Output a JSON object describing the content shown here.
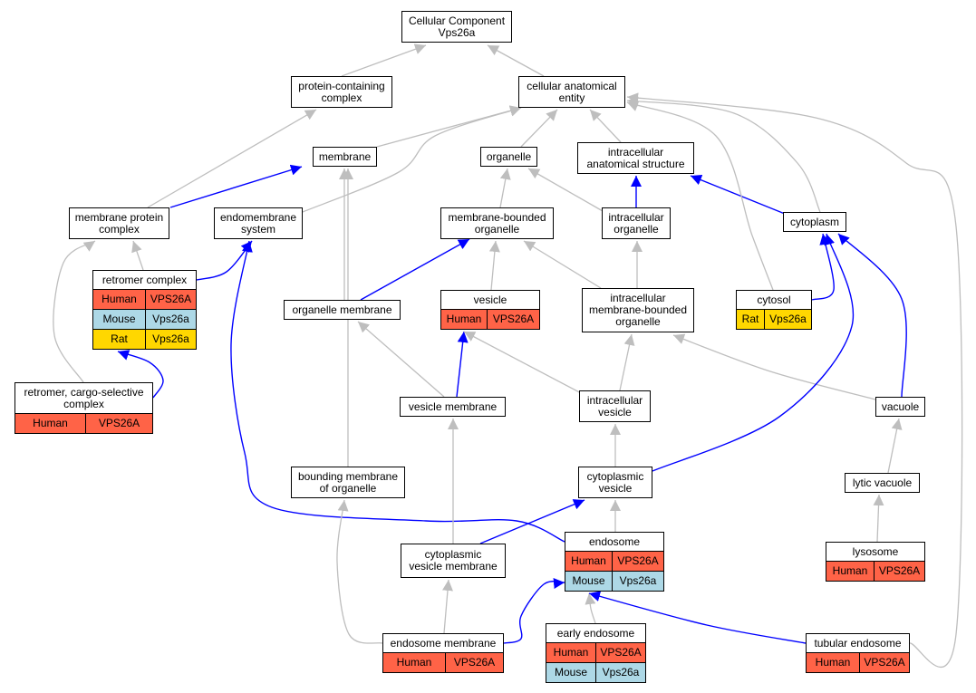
{
  "colors": {
    "is_a_edge": "#bebebe",
    "part_of_edge": "#0000ff",
    "human": "#ff6347",
    "mouse": "#add8e6",
    "rat": "#ffd700"
  },
  "nodes": {
    "cc": {
      "label": "Cellular Component\nVps26a"
    },
    "pcc": {
      "label": "protein-containing\ncomplex"
    },
    "cae": {
      "label": "cellular anatomical\nentity"
    },
    "membrane": {
      "label": "membrane"
    },
    "organelle": {
      "label": "organelle"
    },
    "ias": {
      "label": "intracellular\nanatomical structure"
    },
    "mpc": {
      "label": "membrane protein\ncomplex"
    },
    "ems": {
      "label": "endomembrane\nsystem"
    },
    "mbo": {
      "label": "membrane-bounded\norganelle"
    },
    "io": {
      "label": "intracellular\norganelle"
    },
    "cytoplasm": {
      "label": "cytoplasm"
    },
    "retromer": {
      "label": "retromer complex",
      "rows": [
        [
          "Human",
          "VPS26A"
        ],
        [
          "Mouse",
          "Vps26a"
        ],
        [
          "Rat",
          "Vps26a"
        ]
      ]
    },
    "om": {
      "label": "organelle membrane"
    },
    "vesicle": {
      "label": "vesicle",
      "rows": [
        [
          "Human",
          "VPS26A"
        ]
      ]
    },
    "imbo": {
      "label": "intracellular\nmembrane-bounded\norganelle"
    },
    "cytosol": {
      "label": "cytosol",
      "rows": [
        [
          "Rat",
          "Vps26a"
        ]
      ]
    },
    "rcsc": {
      "label": "retromer, cargo-selective\ncomplex",
      "rows": [
        [
          "Human",
          "VPS26A"
        ]
      ]
    },
    "vm": {
      "label": "vesicle membrane"
    },
    "iv": {
      "label": "intracellular\nvesicle"
    },
    "vacuole": {
      "label": "vacuole"
    },
    "bmo": {
      "label": "bounding membrane\nof organelle"
    },
    "cv": {
      "label": "cytoplasmic\nvesicle"
    },
    "lv": {
      "label": "lytic vacuole"
    },
    "endosome": {
      "label": "endosome",
      "rows": [
        [
          "Human",
          "VPS26A"
        ],
        [
          "Mouse",
          "Vps26a"
        ]
      ]
    },
    "cvm": {
      "label": "cytoplasmic\nvesicle membrane"
    },
    "lysosome": {
      "label": "lysosome",
      "rows": [
        [
          "Human",
          "VPS26A"
        ]
      ]
    },
    "em": {
      "label": "endosome membrane",
      "rows": [
        [
          "Human",
          "VPS26A"
        ]
      ]
    },
    "ee": {
      "label": "early endosome",
      "rows": [
        [
          "Human",
          "VPS26A"
        ],
        [
          "Mouse",
          "Vps26a"
        ]
      ]
    },
    "te": {
      "label": "tubular endosome",
      "rows": [
        [
          "Human",
          "VPS26A"
        ]
      ]
    }
  },
  "edges": [
    {
      "from": "pcc",
      "to": "cc",
      "kind": "is_a"
    },
    {
      "from": "cae",
      "to": "cc",
      "kind": "is_a"
    },
    {
      "from": "membrane",
      "to": "cae",
      "kind": "is_a"
    },
    {
      "from": "organelle",
      "to": "cae",
      "kind": "is_a"
    },
    {
      "from": "ias",
      "to": "cae",
      "kind": "is_a"
    },
    {
      "from": "mpc",
      "to": "pcc",
      "kind": "is_a"
    },
    {
      "from": "mpc",
      "to": "membrane",
      "kind": "part_of"
    },
    {
      "from": "ems",
      "to": "cae",
      "kind": "is_a"
    },
    {
      "from": "mbo",
      "to": "organelle",
      "kind": "is_a"
    },
    {
      "from": "io",
      "to": "organelle",
      "kind": "is_a"
    },
    {
      "from": "io",
      "to": "ias",
      "kind": "part_of"
    },
    {
      "from": "cytoplasm",
      "to": "ias",
      "kind": "part_of"
    },
    {
      "from": "cytoplasm",
      "to": "cae",
      "kind": "is_a"
    },
    {
      "from": "retromer",
      "to": "mpc",
      "kind": "is_a"
    },
    {
      "from": "retromer",
      "to": "ems",
      "kind": "part_of"
    },
    {
      "from": "om",
      "to": "membrane",
      "kind": "is_a"
    },
    {
      "from": "om",
      "to": "mbo",
      "kind": "part_of"
    },
    {
      "from": "vesicle",
      "to": "mbo",
      "kind": "is_a"
    },
    {
      "from": "imbo",
      "to": "mbo",
      "kind": "is_a"
    },
    {
      "from": "imbo",
      "to": "io",
      "kind": "is_a"
    },
    {
      "from": "cytosol",
      "to": "cae",
      "kind": "is_a"
    },
    {
      "from": "cytosol",
      "to": "cytoplasm",
      "kind": "part_of"
    },
    {
      "from": "rcsc",
      "to": "mpc",
      "kind": "is_a"
    },
    {
      "from": "rcsc",
      "to": "retromer",
      "kind": "part_of"
    },
    {
      "from": "vm",
      "to": "om",
      "kind": "is_a"
    },
    {
      "from": "vm",
      "to": "vesicle",
      "kind": "part_of"
    },
    {
      "from": "iv",
      "to": "vesicle",
      "kind": "is_a"
    },
    {
      "from": "iv",
      "to": "imbo",
      "kind": "is_a"
    },
    {
      "from": "vacuole",
      "to": "imbo",
      "kind": "is_a"
    },
    {
      "from": "vacuole",
      "to": "cytoplasm",
      "kind": "part_of"
    },
    {
      "from": "bmo",
      "to": "membrane",
      "kind": "is_a"
    },
    {
      "from": "cv",
      "to": "iv",
      "kind": "is_a"
    },
    {
      "from": "cv",
      "to": "cytoplasm",
      "kind": "part_of"
    },
    {
      "from": "lv",
      "to": "vacuole",
      "kind": "is_a"
    },
    {
      "from": "endosome",
      "to": "cv",
      "kind": "is_a"
    },
    {
      "from": "endosome",
      "to": "ems",
      "kind": "part_of"
    },
    {
      "from": "cvm",
      "to": "vm",
      "kind": "is_a"
    },
    {
      "from": "cvm",
      "to": "cv",
      "kind": "part_of"
    },
    {
      "from": "lysosome",
      "to": "lv",
      "kind": "is_a"
    },
    {
      "from": "em",
      "to": "bmo",
      "kind": "is_a"
    },
    {
      "from": "em",
      "to": "cvm",
      "kind": "is_a"
    },
    {
      "from": "em",
      "to": "endosome",
      "kind": "part_of"
    },
    {
      "from": "ee",
      "to": "endosome",
      "kind": "is_a"
    },
    {
      "from": "te",
      "to": "endosome",
      "kind": "part_of"
    },
    {
      "from": "te",
      "to": "cae",
      "kind": "is_a"
    }
  ]
}
